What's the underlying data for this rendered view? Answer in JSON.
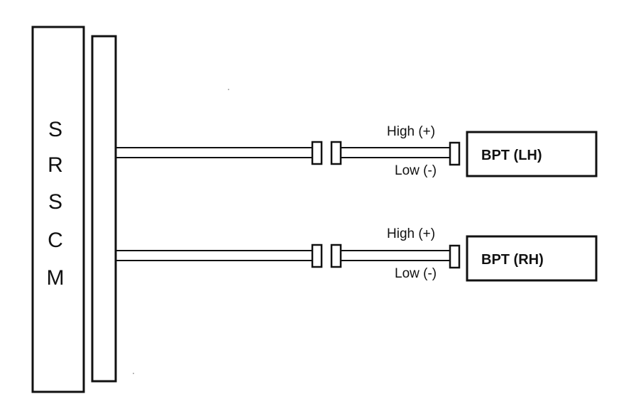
{
  "module": {
    "letters": [
      "S",
      "R",
      "S",
      "C",
      "M"
    ]
  },
  "circuits": [
    {
      "high_label": "High (+)",
      "low_label": "Low (-)",
      "box_label": "BPT (LH)"
    },
    {
      "high_label": "High (+)",
      "low_label": "Low (-)",
      "box_label": "BPT (RH)"
    }
  ],
  "colors": {
    "line": "#111111",
    "background": "#ffffff"
  }
}
